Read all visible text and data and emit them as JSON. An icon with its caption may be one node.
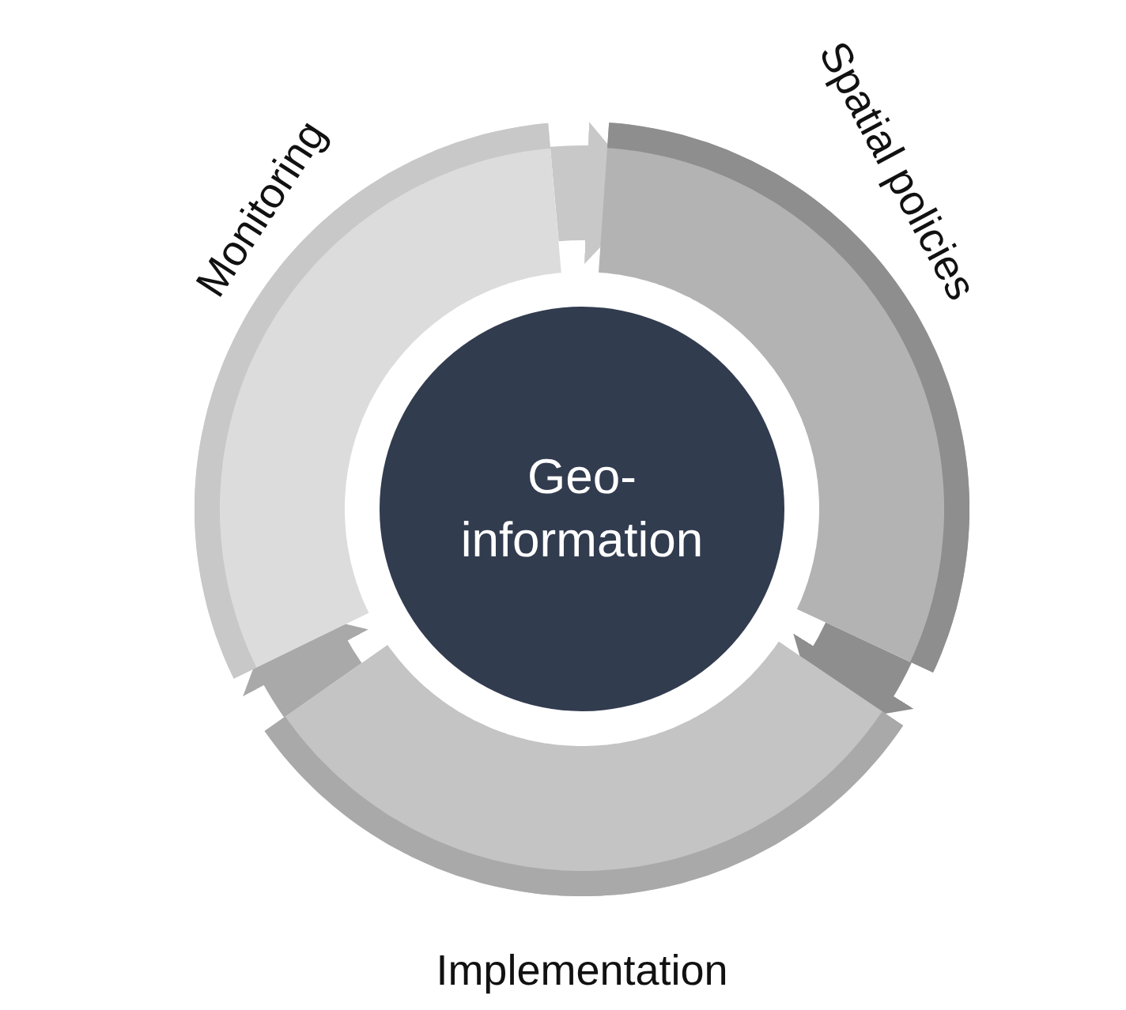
{
  "diagram": {
    "nodes": [
      {
        "text": [
          "Geo-information"
        ]
      },
      {
        "text": [
          "Spatial policies"
        ]
      },
      {
        "text": [
          "Implementation"
        ]
      },
      {
        "text": [
          "Monitoring"
        ]
      }
    ],
    "edges": [
      {
        "from": 1,
        "to": 2,
        "arrow": "to"
      },
      {
        "from": 2,
        "to": 3,
        "arrow": "to"
      },
      {
        "from": 3,
        "to": 1,
        "arrow": "to"
      }
    ]
  }
}
